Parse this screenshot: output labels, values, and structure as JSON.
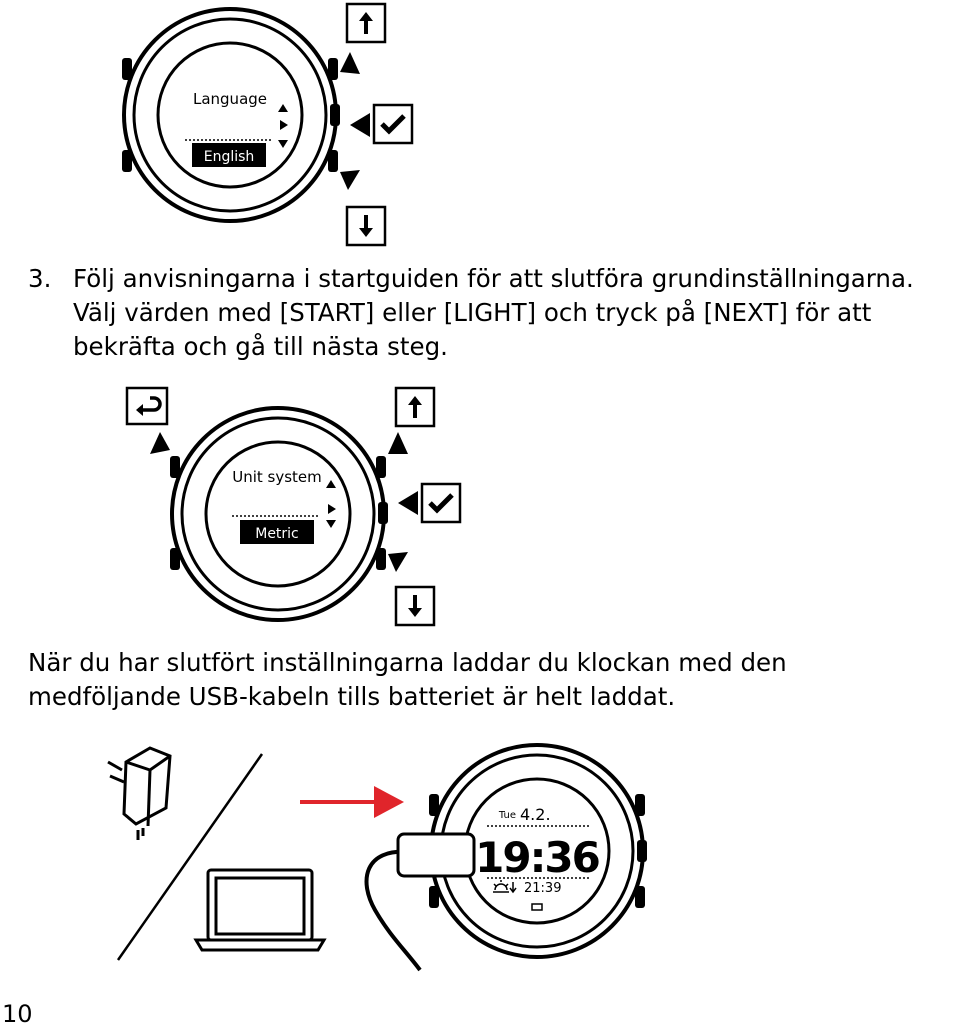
{
  "page": {
    "number": "10"
  },
  "figure1": {
    "screen_title": "Language",
    "screen_value": "English",
    "buttons": {
      "up": "up-arrow",
      "select": "checkmark",
      "down": "down-arrow"
    }
  },
  "step": {
    "number": "3.",
    "text": "Följ anvisningarna i startguiden för att slutföra grundinställningarna. Välj värden med [START] eller [LIGHT] och tryck på [NEXT] för att bekräfta och gå till nästa steg."
  },
  "figure2": {
    "screen_title": "Unit system",
    "screen_value": "Metric",
    "buttons": {
      "back": "back-arrow",
      "up": "up-arrow",
      "select": "checkmark",
      "down": "down-arrow"
    }
  },
  "paragraph": {
    "text": "När du har slutfört inställningarna laddar du klockan med den medföljande USB-kabeln tills batteriet är helt laddat."
  },
  "figure3": {
    "date_day": "Tue",
    "date": "4.2.",
    "time": "19:36",
    "sunset_time": "21:39",
    "arrow_color": "#e0252b"
  }
}
